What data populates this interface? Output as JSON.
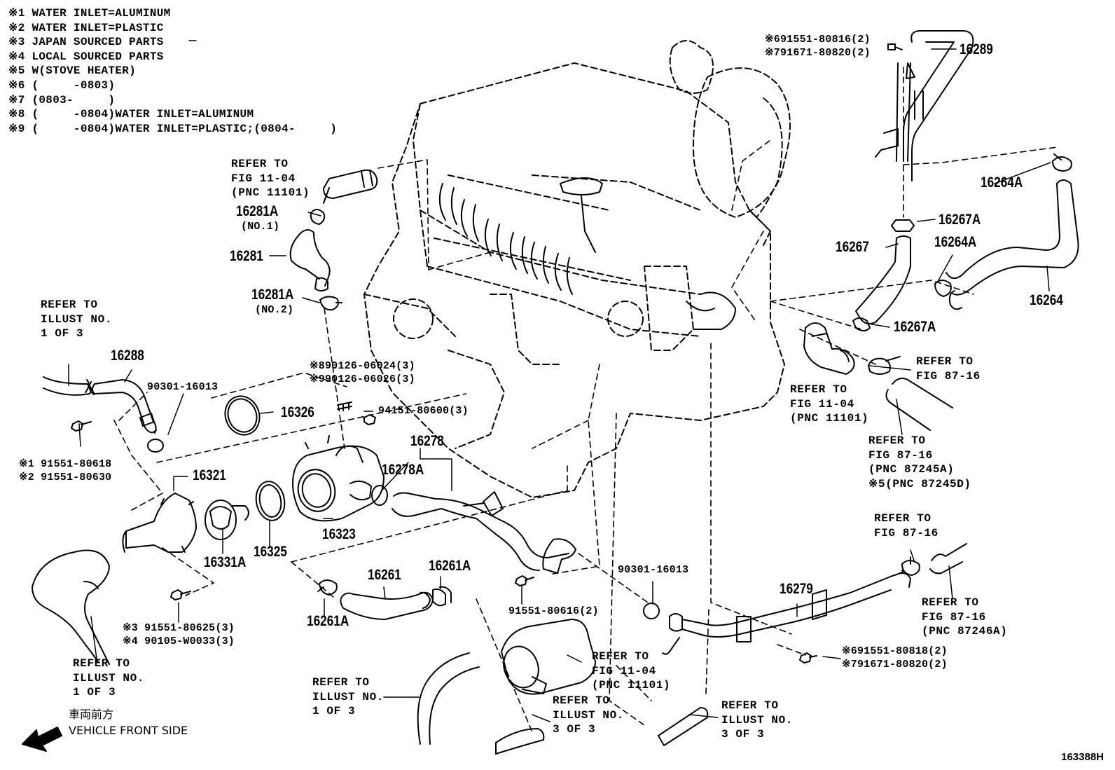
{
  "notes": [
    "※1 WATER INLET=ALUMINUM",
    "※2 WATER INLET=PLASTIC",
    "※3 JAPAN SOURCED PARTS",
    "※4 LOCAL SOURCED PARTS",
    "※5 W(STOVE HEATER)",
    "※6 (     -0803)",
    "※7 (0803-     )",
    "※8 (     -0804)WATER INLET=ALUMINUM",
    "※9 (     -0804)WATER INLET=PLASTIC;(0804-     )"
  ],
  "part_labels": {
    "p16289": "16289",
    "p16264A_1": "16264A",
    "p16267A_1": "16267A",
    "p16267": "16267",
    "p16264A_2": "16264A",
    "p16264": "16264",
    "p16267A_2": "16267A",
    "p16281A_1": "16281A",
    "p16281": "16281",
    "p16281A_2": "16281A",
    "p16288": "16288",
    "p16326": "16326",
    "p16278": "16278",
    "p16278A": "16278A",
    "p16321": "16321",
    "p16323": "16323",
    "p16331A": "16331A",
    "p16325": "16325",
    "p16261": "16261",
    "p16261A_1": "16261A",
    "p16261A_2": "16261A",
    "p16279": "16279"
  },
  "sub_labels": {
    "no1": "(NO.1)",
    "no2": "(NO.2)"
  },
  "part_numbers": {
    "n6_16": "※691551-80816(2)",
    "n7_20a": "※791671-80820(2)",
    "n90301a": "90301-16013",
    "n8_24": "※890126-06024(3)",
    "n9_26": "※990126-06026(3)",
    "n94151": "94151-80600(3)",
    "n1_18": "※1 91551-80618",
    "n2_30": "※2 91551-80630",
    "n3_25": "※3 91551-80625(3)",
    "n4_33": "※4 90105-W0033(3)",
    "n90301b": "90301-16013",
    "n91551_16": "91551-80616(2)",
    "n6_18": "※691551-80818(2)",
    "n7_20b": "※791671-80820(2)"
  },
  "refs": {
    "r_fig1104_top": "REFER TO\nFIG 11-04\n(PNC 11101)",
    "r_illust1_left": "REFER TO\nILLUST NO.\n1 OF 3",
    "r_fig1104_right": "REFER TO\nFIG 11-04\n(PNC 11101)",
    "r_fig8716_a": "REFER TO\nFIG 87-16",
    "r_fig8716_b": "REFER TO\nFIG 87-16\n(PNC 87245A)\n※5(PNC 87245D)",
    "r_fig8716_c": "REFER TO\nFIG 87-16",
    "r_fig8716_d": "REFER TO\nFIG 87-16\n(PNC 87246A)",
    "r_illust1_bl": "REFER TO\nILLUST NO.\n1 OF 3",
    "r_illust1_bm": "REFER TO\nILLUST NO.\n1 OF 3",
    "r_fig1104_bottom": "REFER TO\nFIG 11-04\n(PNC 11101)",
    "r_illust3_a": "REFER TO\nILLUST NO.\n3 OF 3",
    "r_illust3_b": "REFER TO\nILLUST NO.\n3 OF 3"
  },
  "front": {
    "jp": "車両前方",
    "en": "VEHICLE FRONT SIDE"
  },
  "diagram_code": "163388H"
}
